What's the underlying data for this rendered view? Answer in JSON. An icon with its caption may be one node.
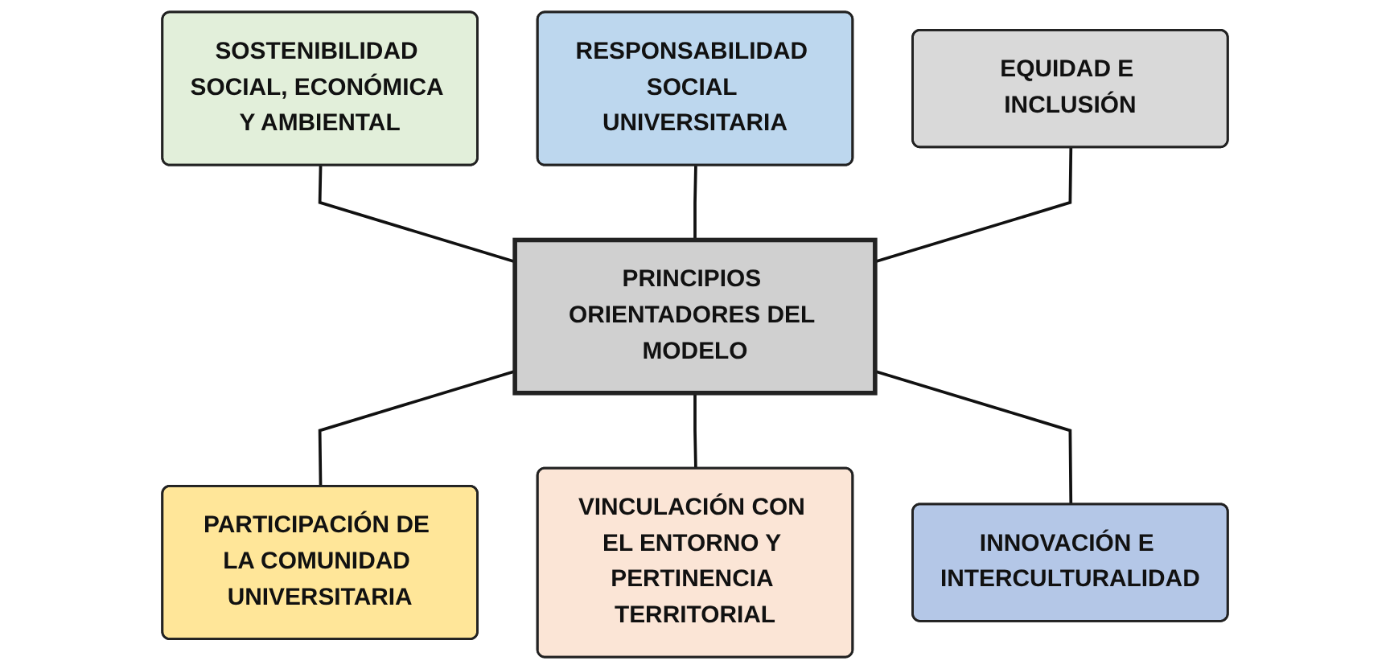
{
  "diagram": {
    "nodes": [
      {
        "text": [
          "SOSTENIBILIDAD SOCIAL, ECONÓMICA Y AMBIENTAL"
        ]
      },
      {
        "text": [
          "RESPONSABILIDAD SOCIAL UNIVERSITARIA"
        ]
      },
      {
        "text": [
          "EQUIDAD E INCLUSIÓN"
        ]
      },
      {
        "text": [
          "PRINCIPIOS ORIENTADORES DEL MODELO"
        ]
      },
      {
        "text": [
          "PARTICIPACIÓN DE LA COMUNIDAD UNIVERSITARIA"
        ]
      },
      {
        "text": [
          "VINCULACIÓN CON EL ENTORNO Y PERTINENCIA TERRITORIAL"
        ]
      },
      {
        "text": [
          "INNOVACIÓN E INTERCULTURALIDAD"
        ]
      }
    ],
    "edges": [
      {
        "from": 0,
        "to": 3,
        "arrow": "none"
      },
      {
        "from": 1,
        "to": 3,
        "arrow": "none"
      },
      {
        "from": 2,
        "to": 3,
        "arrow": "none"
      },
      {
        "from": 3,
        "to": 4,
        "arrow": "none"
      },
      {
        "from": 3,
        "to": 5,
        "arrow": "none"
      },
      {
        "from": 3,
        "to": 6,
        "arrow": "none"
      }
    ]
  }
}
